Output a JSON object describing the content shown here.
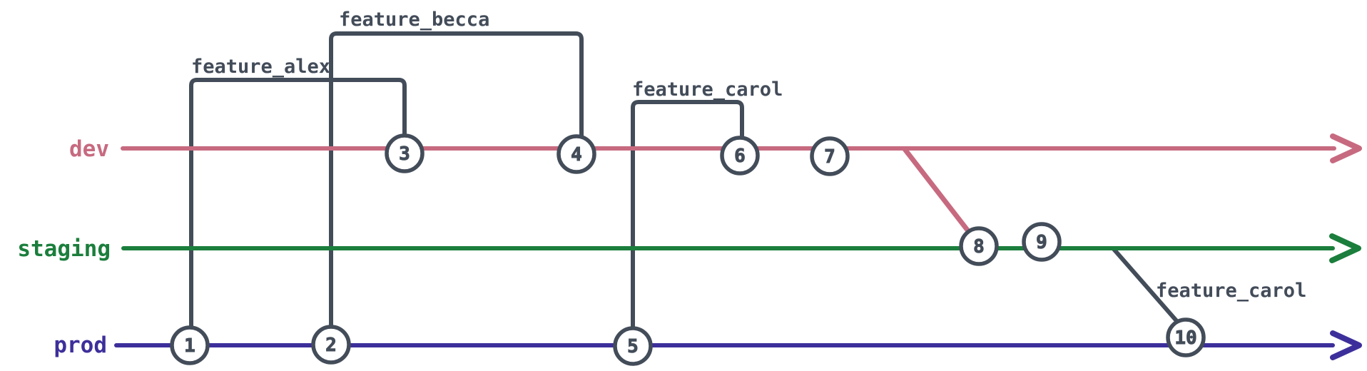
{
  "colors": {
    "dev": "#c76a80",
    "staging": "#1b7e3c",
    "prod": "#3d2f9b",
    "ink": "#434c59",
    "background": "#ffffff"
  },
  "branches": [
    {
      "name": "dev",
      "color": "#c76a80",
      "commit_labels": [
        "3",
        "4",
        "6",
        "7"
      ]
    },
    {
      "name": "staging",
      "color": "#1b7e3c",
      "commit_labels": [
        "8",
        "9"
      ]
    },
    {
      "name": "prod",
      "color": "#3d2f9b",
      "commit_labels": [
        "1",
        "2",
        "5",
        "10"
      ]
    }
  ],
  "commits": [
    {
      "label": "1",
      "branch": "prod"
    },
    {
      "label": "2",
      "branch": "prod"
    },
    {
      "label": "3",
      "branch": "dev"
    },
    {
      "label": "4",
      "branch": "dev"
    },
    {
      "label": "5",
      "branch": "prod"
    },
    {
      "label": "6",
      "branch": "dev"
    },
    {
      "label": "7",
      "branch": "dev"
    },
    {
      "label": "8",
      "branch": "staging"
    },
    {
      "label": "9",
      "branch": "staging"
    },
    {
      "label": "10",
      "branch": "prod"
    }
  ],
  "features": [
    {
      "label": "feature_alex",
      "from_commit": "1",
      "to_commit": "3"
    },
    {
      "label": "feature_becca",
      "from_commit": "2",
      "to_commit": "4"
    },
    {
      "label": "feature_carol",
      "from_commit": "5",
      "to_commit": "6"
    },
    {
      "label": "feature_carol",
      "from_branch": "staging",
      "to_commit": "10"
    }
  ],
  "merges": [
    {
      "from_branch": "dev",
      "to_branch": "staging",
      "at_commit": "8"
    }
  ]
}
